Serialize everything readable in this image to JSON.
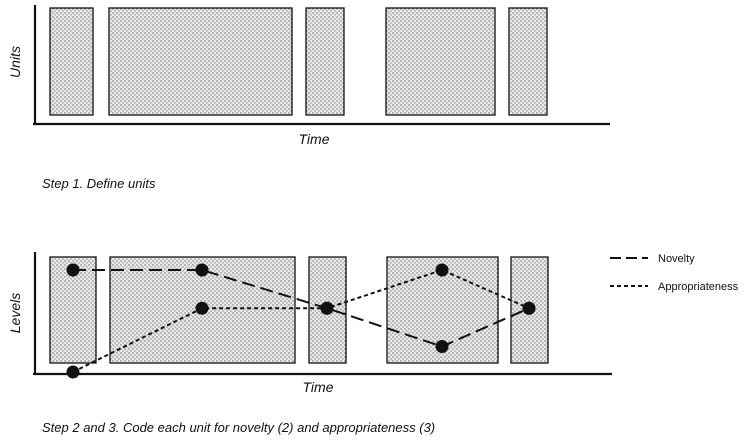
{
  "panel1": {
    "y_label": "Units",
    "x_label": "Time",
    "caption": "Step 1. Define units",
    "unit_count": 5
  },
  "panel2": {
    "y_label": "Levels",
    "x_label": "Time",
    "caption": "Step 2 and 3. Code each unit for novelty (2) and appropriateness (3)",
    "legend": {
      "novelty": "Novelty",
      "appropriateness": "Appropriateness"
    }
  },
  "chart_data": {
    "type": "line",
    "x": [
      1,
      2,
      3,
      4,
      5
    ],
    "series": [
      {
        "name": "Novelty",
        "values": [
          4,
          4,
          2.5,
          1,
          2.5
        ],
        "style": "long-dash"
      },
      {
        "name": "Appropriateness",
        "values": [
          0,
          2.5,
          2.5,
          4,
          2.5
        ],
        "style": "short-dash"
      }
    ],
    "xlabel": "Time",
    "ylabel": "Levels",
    "ylim": [
      0,
      4
    ]
  },
  "colors": {
    "ink": "#111111",
    "box_fill": "#e6e6e6",
    "dot_pattern": "#6e6e6e"
  }
}
